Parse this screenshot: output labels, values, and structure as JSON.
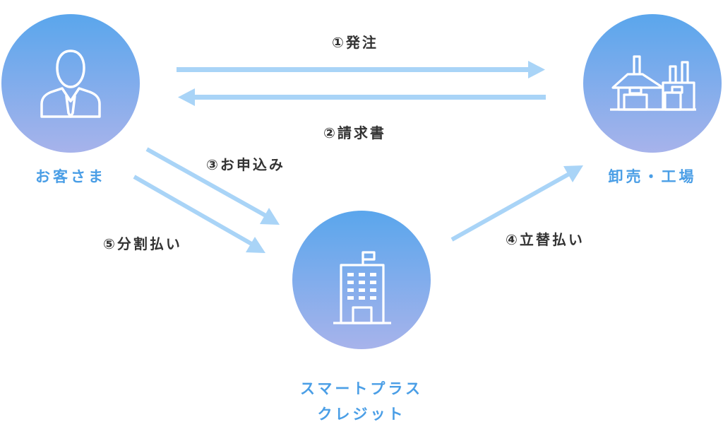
{
  "colors": {
    "circle_top": "#5aa6ec",
    "circle_bottom": "#a7b3eb",
    "arrow": "#a9d4f7",
    "node_label": "#4a9ee6",
    "edge_label": "#333333"
  },
  "nodes": {
    "customer": {
      "label": "お客さま",
      "icon": "person-icon"
    },
    "wholesaler": {
      "label": "卸売・工場",
      "icon": "factory-icon"
    },
    "credit": {
      "label_line1": "スマートプラス",
      "label_line2": "クレジット",
      "icon": "office-building-icon"
    }
  },
  "edges": {
    "order": "①発注",
    "invoice": "②請求書",
    "application": "③お申込み",
    "advance_payment": "④立替払い",
    "installment": "⑤分割払い"
  }
}
